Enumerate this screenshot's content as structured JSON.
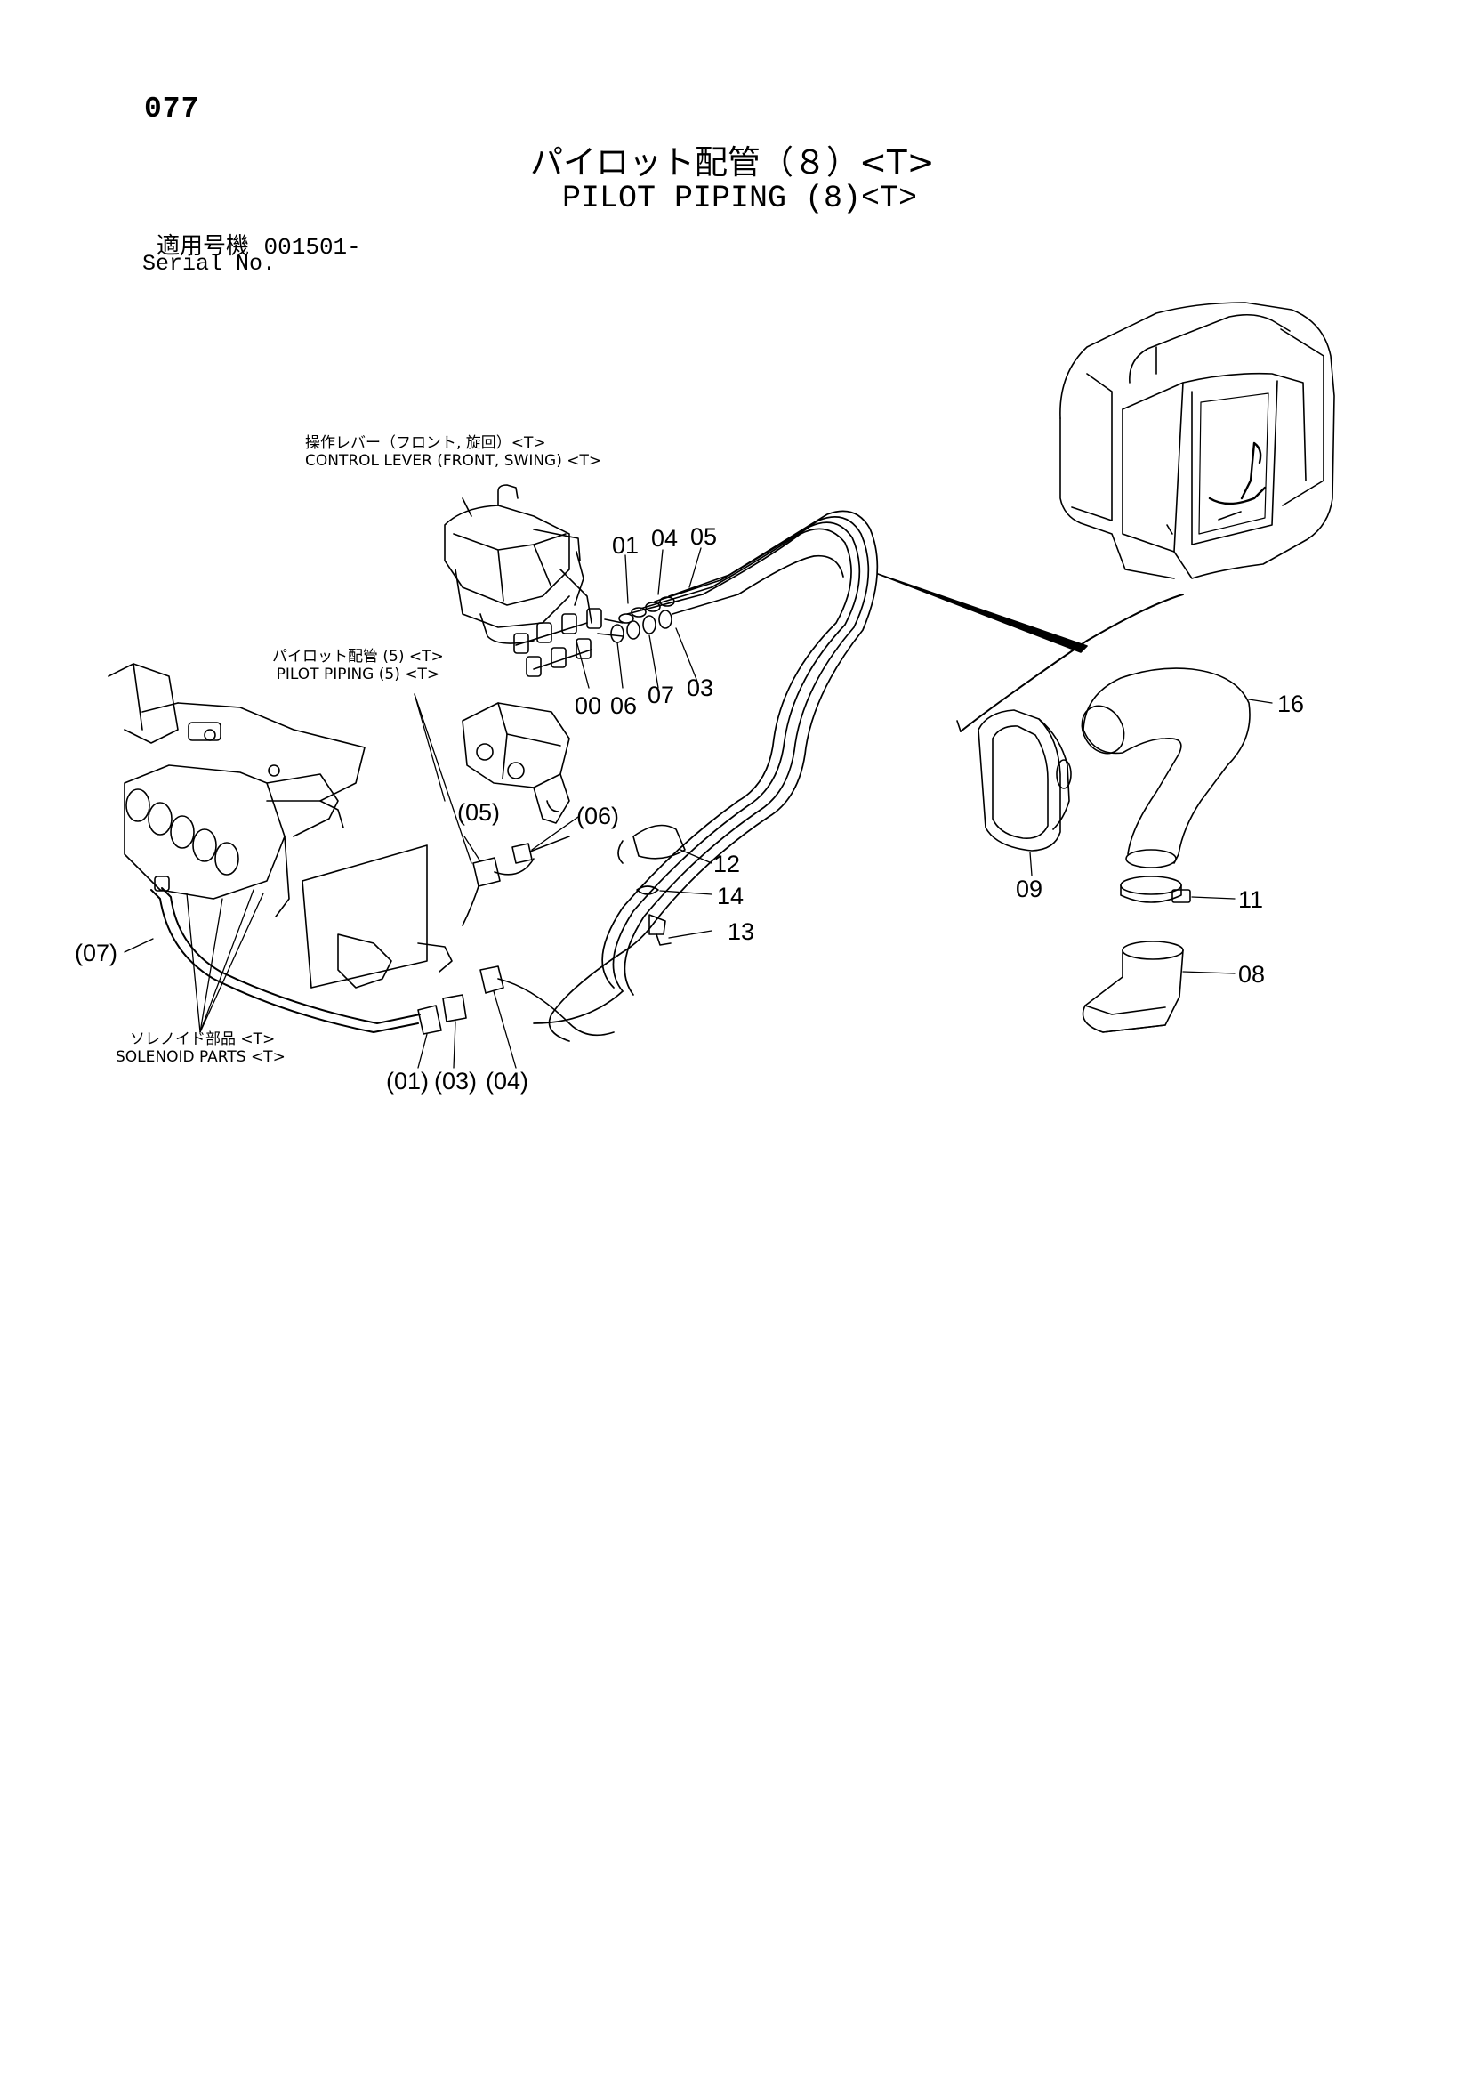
{
  "page_number": "077",
  "title_jp": "パイロット配管（８）<T>",
  "title_en": "PILOT PIPING (8)<T>",
  "serial_label_jp": "適用号機",
  "serial_value": "001501-",
  "serial_label_en": "Serial No.",
  "notes": {
    "control_lever_jp": "操作レバー（フロント, 旋回）<T>",
    "control_lever_en": "CONTROL LEVER (FRONT, SWING) <T>",
    "pilot_piping_jp": "パイロット配管 (5) <T>",
    "pilot_piping_en": "PILOT PIPING (5) <T>",
    "solenoid_jp": "ソレノイド部品 <T>",
    "solenoid_en": "SOLENOID PARTS <T>"
  },
  "callouts": {
    "c01": "01",
    "c04": "04",
    "c05": "05",
    "c00": "00",
    "c06": "06",
    "c07": "07",
    "c03": "03",
    "c12": "12",
    "c14": "14",
    "c13": "13",
    "c16": "16",
    "c09": "09",
    "c11": "11",
    "c08": "08",
    "p05": "(05)",
    "p06": "(06)",
    "p07": "(07)",
    "p01": "(01)",
    "p03": "(03)",
    "p04": "(04)"
  }
}
